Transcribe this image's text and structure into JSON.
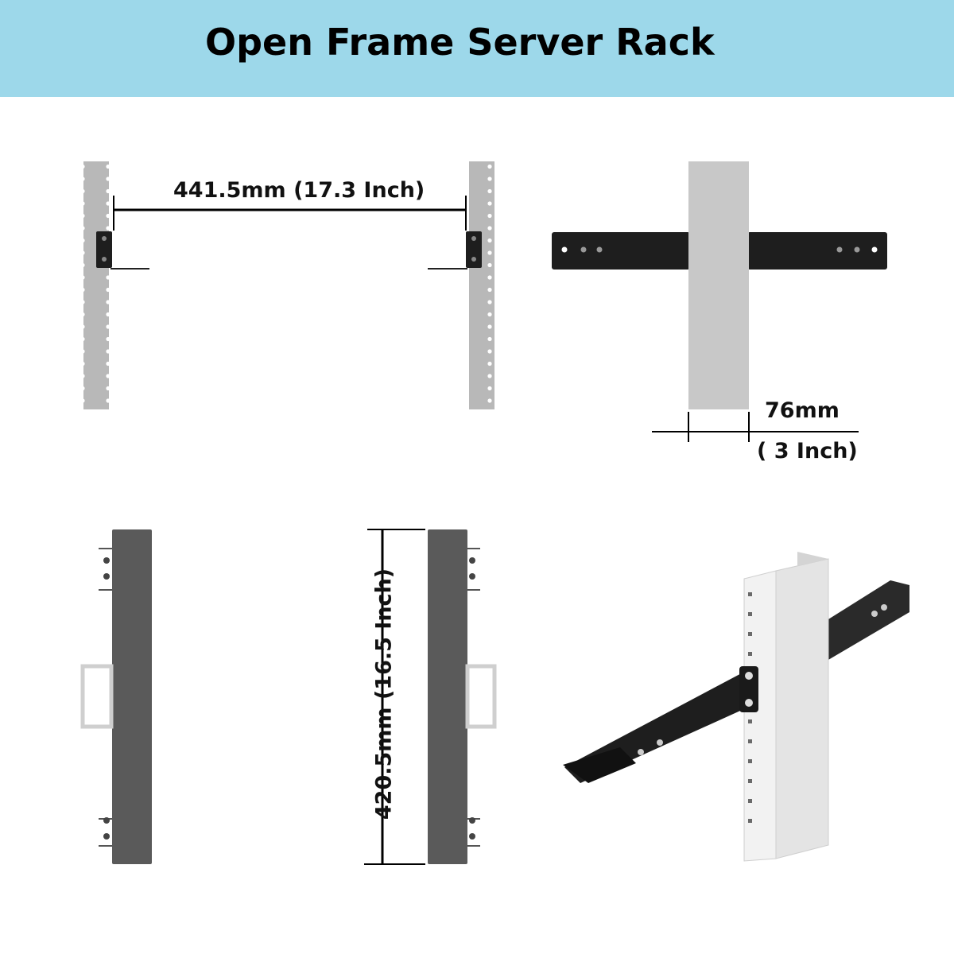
{
  "header": {
    "title": "Open Frame Server Rack"
  },
  "dimensions": {
    "rail_spacing": "441.5mm (17.3 Inch)",
    "post_width_mm": "76mm",
    "post_width_in": "( 3 Inch)",
    "rail_length": "420.5mm (16.5 Inch)"
  },
  "colors": {
    "banner": "#9dd8ea",
    "rack_post_gray": "#b8b8b8",
    "bracket_black": "#1e1e1e",
    "rail_dark_gray": "#5a5a5a"
  }
}
